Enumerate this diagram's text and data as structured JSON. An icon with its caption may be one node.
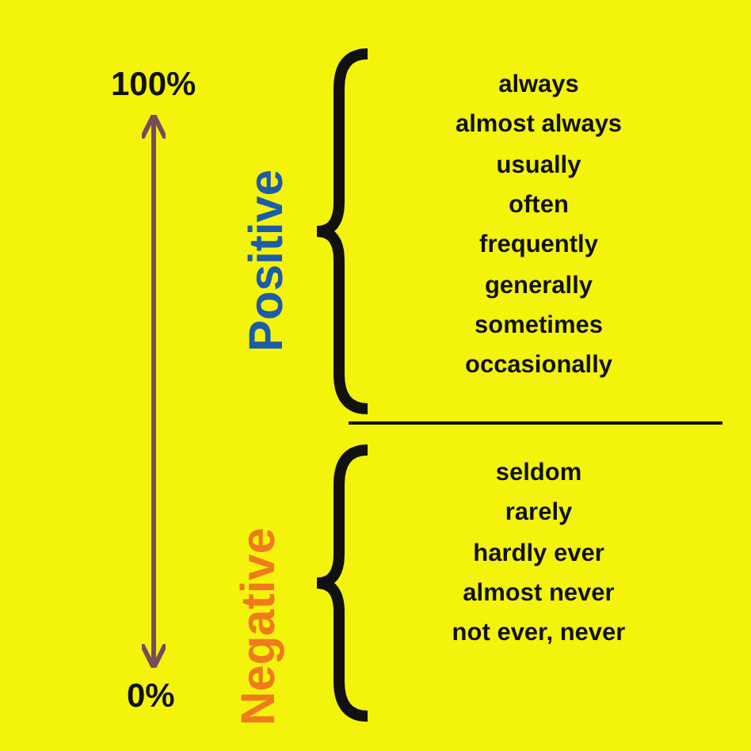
{
  "diagram": {
    "nodes": [
      {
        "text": [
          "100%"
        ]
      },
      {
        "text": [
          "0%"
        ]
      }
    ],
    "edges": [
      {
        "from": 0,
        "to": 1,
        "arrow": "both"
      }
    ],
    "labels": [
      "Positive",
      "always",
      "almost always",
      "usually",
      "often",
      "frequently",
      "generally",
      "sometimes",
      "occasionally",
      "Negative",
      "seldom",
      "rarely",
      "hardly ever",
      "almost never",
      "not ever, never"
    ]
  }
}
